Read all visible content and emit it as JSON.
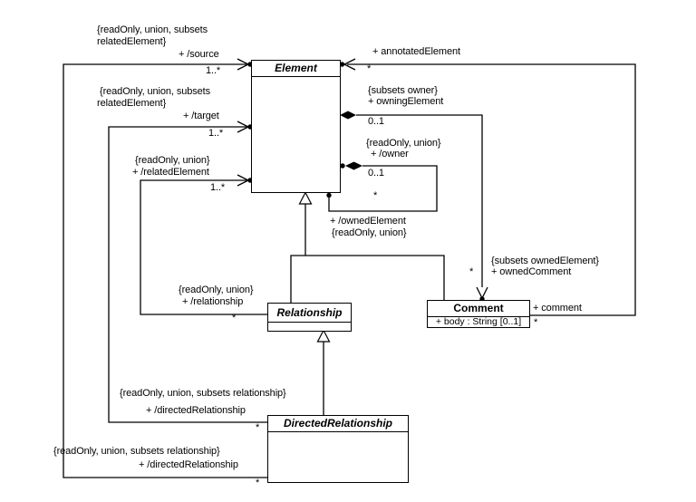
{
  "diagram": {
    "background": "#ffffff",
    "line_color": "#000000"
  },
  "classes": {
    "element": {
      "name": "Element"
    },
    "relationship": {
      "name": "Relationship"
    },
    "directedRelationship": {
      "name": "DirectedRelationship"
    },
    "comment": {
      "name": "Comment",
      "attribute": "+ body : String [0..1]"
    }
  },
  "associations": {
    "source_directedRelationship": {
      "constraint_line1": "{readOnly, union, subsets",
      "constraint_line2": "relatedElement}",
      "role": "+ /source",
      "multiplicity": "1..*",
      "opposite_constraint": "{readOnly, union, subsets relationship}",
      "opposite_role": "+ /directedRelationship",
      "opposite_multiplicity": "*"
    },
    "target_directedRelationship": {
      "constraint_line1": "{readOnly, union, subsets",
      "constraint_line2": "relatedElement}",
      "role": "+ /target",
      "multiplicity": "1..*",
      "opposite_constraint": "{readOnly, union, subsets relationship}",
      "opposite_role": "+ /directedRelationship",
      "opposite_multiplicity": "*"
    },
    "relatedElement_relationship": {
      "constraint": "{readOnly, union}",
      "role": "+ /relatedElement",
      "multiplicity": "1..*",
      "opposite_constraint": "{readOnly, union}",
      "opposite_role": "+ /relationship",
      "opposite_multiplicity": "*"
    },
    "annotatedElement_comment": {
      "role": "+ annotatedElement",
      "multiplicity": "*",
      "opposite_role": "+ comment",
      "opposite_multiplicity": "*"
    },
    "owningElement_ownedComment": {
      "constraint": "{subsets owner}",
      "role": "+ owningElement",
      "multiplicity": "0..1",
      "opposite_constraint": "{subsets ownedElement}",
      "opposite_role": "+ ownedComment",
      "opposite_multiplicity": "*"
    },
    "owner_ownedElement": {
      "constraint": "{readOnly, union}",
      "role": "+ /owner",
      "multiplicity": "0..1",
      "opposite_role": "+ /ownedElement",
      "opposite_constraint": "{readOnly, union}",
      "opposite_multiplicity": "*"
    }
  }
}
